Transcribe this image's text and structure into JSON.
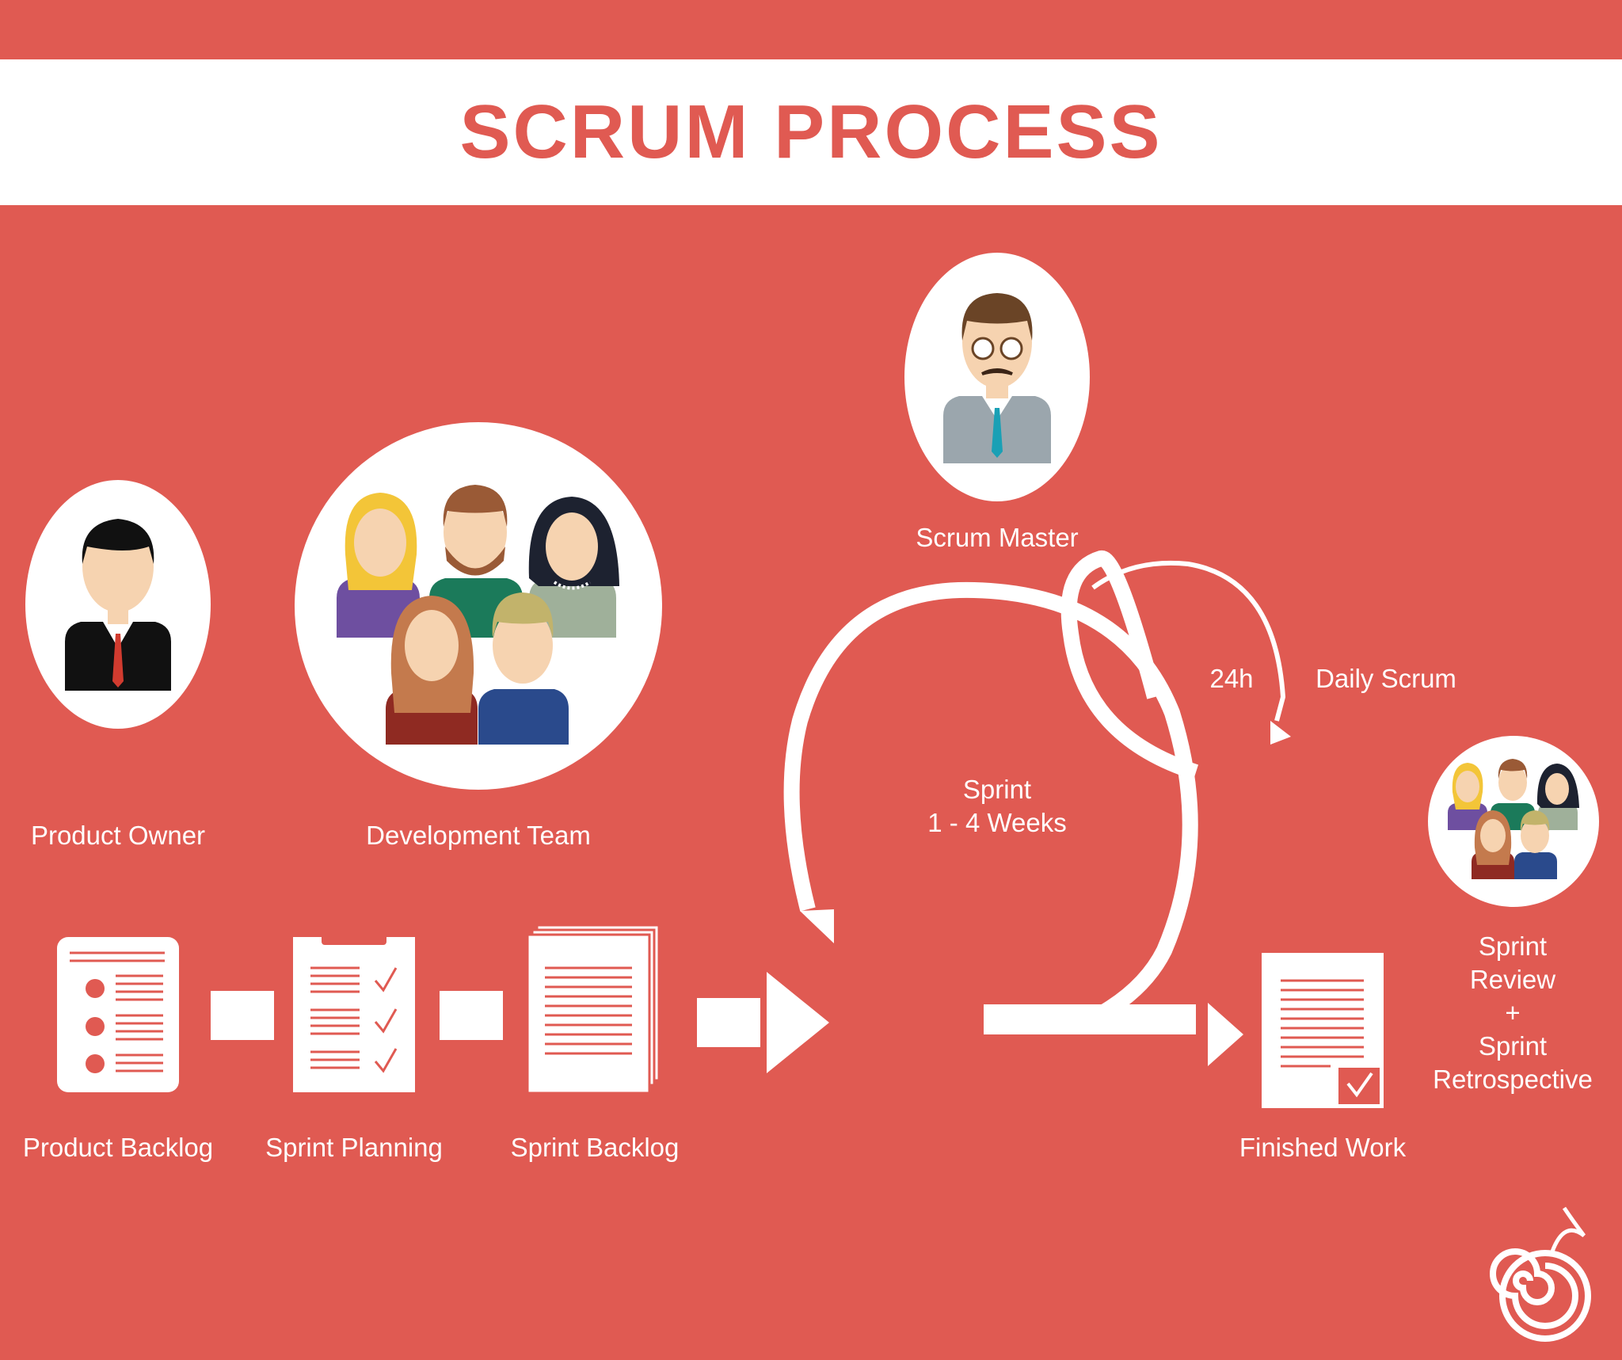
{
  "title": "SCRUM PROCESS",
  "roles": {
    "product_owner": "Product Owner",
    "development_team": "Development Team",
    "scrum_master": "Scrum Master"
  },
  "artifacts": {
    "product_backlog": "Product Backlog",
    "sprint_planning": "Sprint Planning",
    "sprint_backlog": "Sprint Backlog",
    "finished_work": "Finished Work"
  },
  "cycle": {
    "sprint_line1": "Sprint",
    "sprint_line2": "1 - 4 Weeks",
    "daily_period": "24h",
    "daily_label": "Daily Scrum"
  },
  "review": {
    "line1": "Sprint",
    "line2": "Review",
    "line3": "+",
    "line4": "Sprint",
    "line5": "Retrospective"
  },
  "colors": {
    "background": "#e05a52",
    "foreground": "#ffffff"
  },
  "icons": [
    "person-icon",
    "team-icon",
    "backlog-document-icon",
    "clipboard-checklist-icon",
    "document-stack-icon",
    "finished-document-icon",
    "spiral-logo-icon"
  ]
}
